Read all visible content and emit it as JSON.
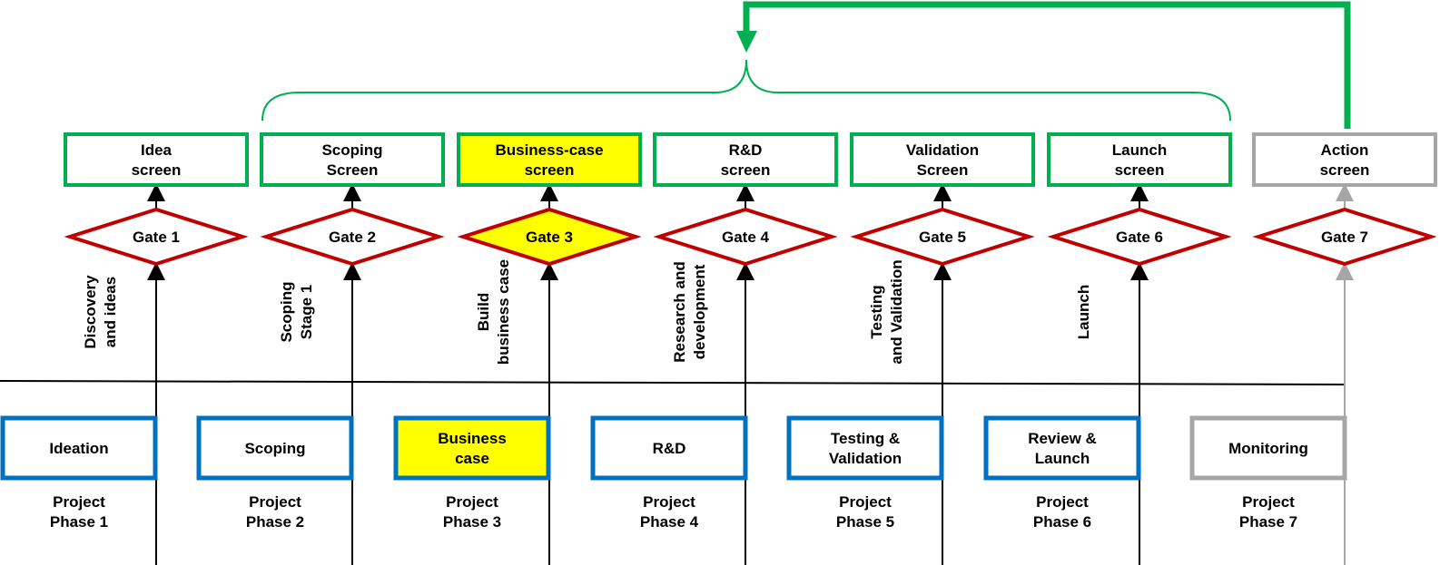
{
  "colors": {
    "green": "#00b050",
    "red": "#c00000",
    "blue": "#0070c0",
    "gray": "#a6a6a6",
    "highlight": "#ffff00",
    "black": "#000000"
  },
  "highlight_index": 2,
  "columns": [
    {
      "screen": [
        "Idea",
        "screen"
      ],
      "gate": "Gate 1",
      "activity": [
        "Discovery",
        "and ideas"
      ],
      "phase_box": [
        "Ideation"
      ],
      "phase_label": [
        "Project",
        "Phase 1"
      ],
      "muted": false
    },
    {
      "screen": [
        "Scoping",
        "Screen"
      ],
      "gate": "Gate 2",
      "activity": [
        "Scoping",
        "Stage 1"
      ],
      "phase_box": [
        "Scoping"
      ],
      "phase_label": [
        "Project",
        "Phase 2"
      ],
      "muted": false
    },
    {
      "screen": [
        "Business-case",
        "screen"
      ],
      "gate": "Gate 3",
      "activity": [
        "Build",
        "business case"
      ],
      "phase_box": [
        "Business",
        "case"
      ],
      "phase_label": [
        "Project",
        "Phase 3"
      ],
      "muted": false
    },
    {
      "screen": [
        "R&D",
        "screen"
      ],
      "gate": "Gate 4",
      "activity": [
        "Research and",
        "development"
      ],
      "phase_box": [
        "R&D"
      ],
      "phase_label": [
        "Project",
        "Phase 4"
      ],
      "muted": false
    },
    {
      "screen": [
        "Validation",
        "Screen"
      ],
      "gate": "Gate 5",
      "activity": [
        "Testing",
        "and Validation"
      ],
      "phase_box": [
        "Testing &",
        "Validation"
      ],
      "phase_label": [
        "Project",
        "Phase 5"
      ],
      "muted": false
    },
    {
      "screen": [
        "Launch",
        "screen"
      ],
      "gate": "Gate 6",
      "activity": [
        "Launch"
      ],
      "phase_box": [
        "Review &",
        "Launch"
      ],
      "phase_label": [
        "Project",
        "Phase 6"
      ],
      "muted": false
    },
    {
      "screen": [
        "Action",
        "screen"
      ],
      "gate": "Gate 7",
      "activity": [],
      "phase_box": [
        "Monitoring"
      ],
      "phase_label": [
        "Project",
        "Phase 7"
      ],
      "muted": true
    }
  ]
}
